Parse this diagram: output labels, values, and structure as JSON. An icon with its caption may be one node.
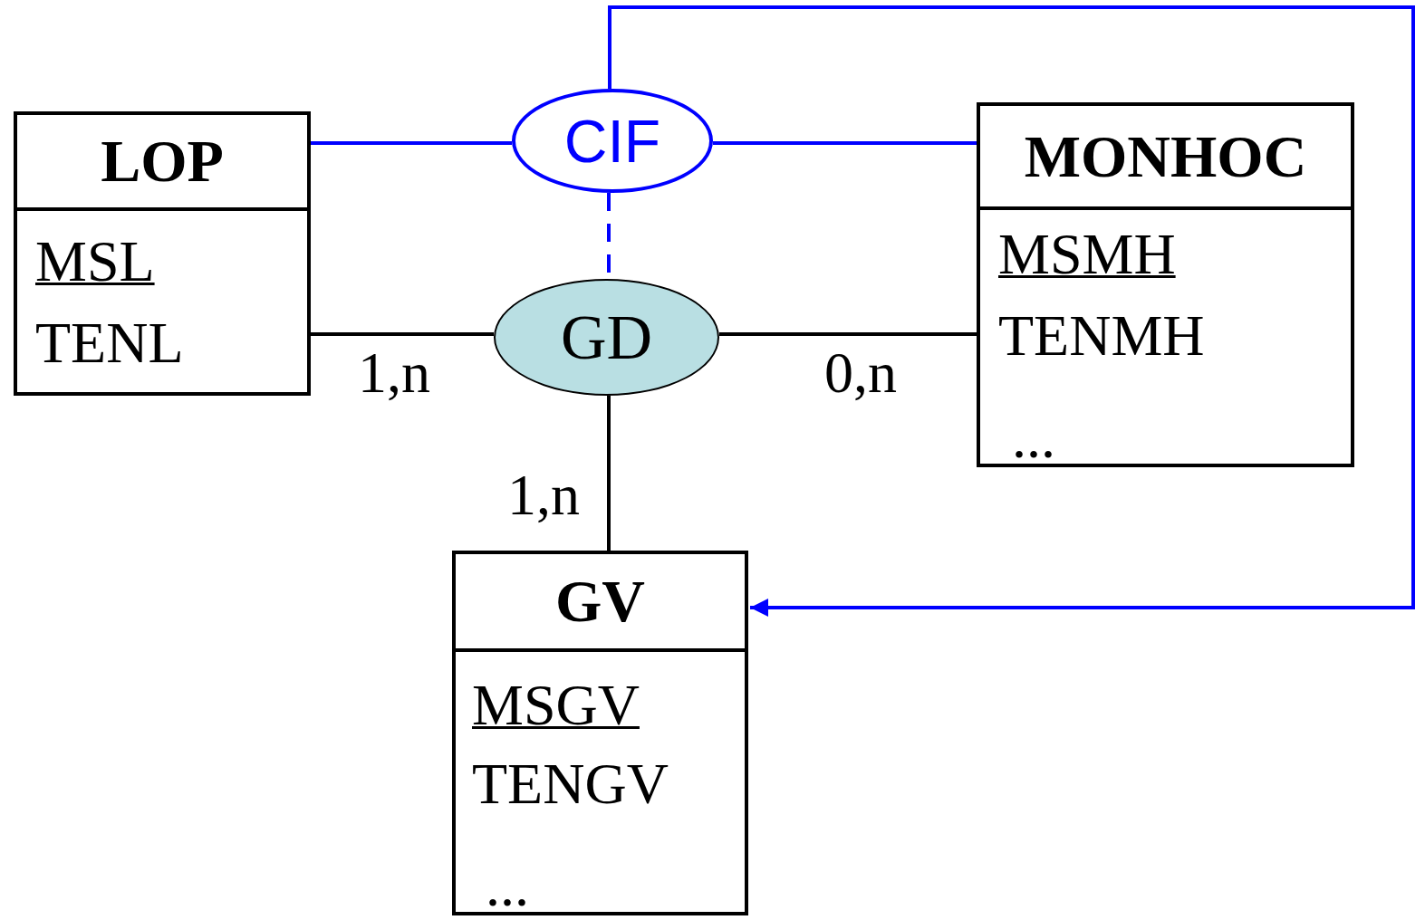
{
  "diagram": {
    "nodes": [
      {
        "text": [
          "LOP",
          "MSL",
          "TENL"
        ]
      },
      {
        "text": [
          "CIF"
        ]
      },
      {
        "text": [
          "MONHOC",
          "MSMH",
          "TENMH",
          "..."
        ]
      },
      {
        "text": [
          "GD"
        ]
      },
      {
        "text": [
          "GV",
          "MSGV",
          "TENGV",
          "..."
        ]
      }
    ],
    "edges": [
      {
        "from": 0,
        "to": 1,
        "arrow": "none",
        "color": "#0000ff"
      },
      {
        "from": 1,
        "to": 2,
        "arrow": "none",
        "color": "#0000ff"
      },
      {
        "from": 1,
        "to": 3,
        "arrow": "none",
        "style": "dashed",
        "color": "#0000ff"
      },
      {
        "from": 1,
        "to": 4,
        "arrow": "to",
        "color": "#0000ff"
      },
      {
        "from": 0,
        "to": 3,
        "arrow": "none",
        "label": "1,n",
        "color": "#000000"
      },
      {
        "from": 3,
        "to": 2,
        "arrow": "none",
        "label": "0,n",
        "color": "#000000"
      },
      {
        "from": 3,
        "to": 4,
        "arrow": "none",
        "label": "1,n",
        "color": "#000000"
      }
    ]
  }
}
